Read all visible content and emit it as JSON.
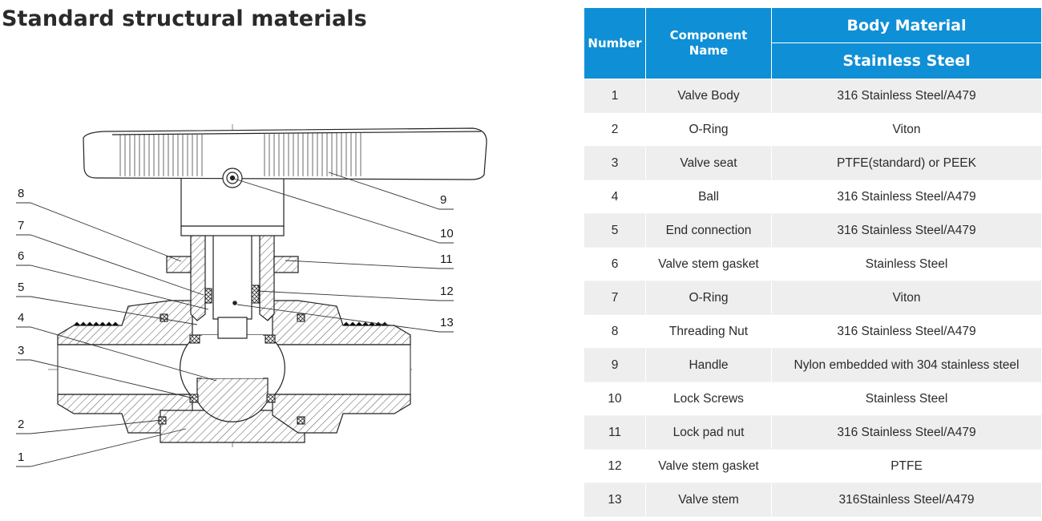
{
  "title": "Standard structural materials",
  "callouts": [
    "8",
    "7",
    "6",
    "5",
    "4",
    "3",
    "2",
    "1",
    "9",
    "10",
    "11",
    "12",
    "13"
  ],
  "table": {
    "header": {
      "number": "Number",
      "component": "Component\nName",
      "body_material": "Body Material",
      "stainless": "Stainless Steel"
    },
    "rows": [
      {
        "number": "1",
        "name": "Valve Body",
        "material": "316 Stainless Steel/A479"
      },
      {
        "number": "2",
        "name": "O-Ring",
        "material": "Viton"
      },
      {
        "number": "3",
        "name": "Valve seat",
        "material": "PTFE(standard) or PEEK"
      },
      {
        "number": "4",
        "name": "Ball",
        "material": "316 Stainless Steel/A479"
      },
      {
        "number": "5",
        "name": "End connection",
        "material": "316 Stainless Steel/A479"
      },
      {
        "number": "6",
        "name": "Valve stem gasket",
        "material": "Stainless Steel"
      },
      {
        "number": "7",
        "name": "O-Ring",
        "material": "Viton"
      },
      {
        "number": "8",
        "name": "Threading Nut",
        "material": "316 Stainless Steel/A479"
      },
      {
        "number": "9",
        "name": "Handle",
        "material": "Nylon embedded with 304 stainless steel"
      },
      {
        "number": "10",
        "name": "Lock Screws",
        "material": "Stainless Steel"
      },
      {
        "number": "11",
        "name": "Lock pad nut",
        "material": "316 Stainless Steel/A479"
      },
      {
        "number": "12",
        "name": "Valve stem gasket",
        "material": "PTFE"
      },
      {
        "number": "13",
        "name": "Valve stem",
        "material": "316Stainless Steel/A479"
      }
    ]
  },
  "colors": {
    "header_blue": "#0f8fd6",
    "row_alt": "#eeeeee"
  }
}
